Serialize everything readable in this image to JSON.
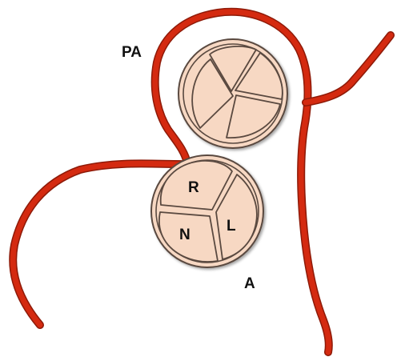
{
  "diagram": {
    "labels": {
      "pulmonary_artery": "PA",
      "aorta": "A",
      "right_cusp": "R",
      "left_cusp": "L",
      "noncoronary_cusp": "N"
    },
    "colors": {
      "vessel": "#d42a10",
      "vessel_edge": "#8e1a08",
      "valve_fill": "#f7d8c3",
      "valve_outline": "#5a4a40",
      "background": "#ffffff"
    }
  }
}
